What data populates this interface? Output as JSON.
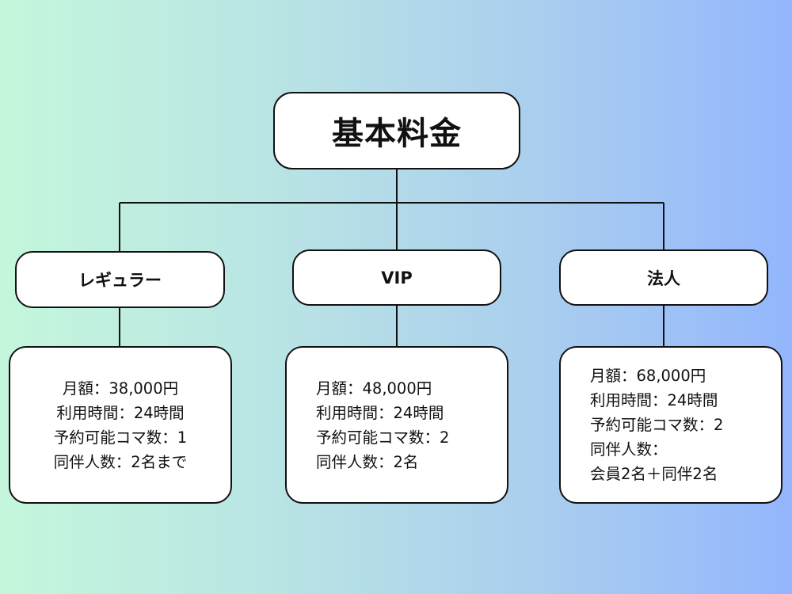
{
  "root": {
    "label": "基本料金"
  },
  "plans": [
    {
      "label": "レギュラー",
      "details": [
        "月額：38,000円",
        "利用時間：24時間",
        "予約可能コマ数：1",
        "同伴人数：2名まで"
      ]
    },
    {
      "label": "VIP",
      "details": [
        "月額：48,000円",
        "利用時間：24時間",
        "予約可能コマ数：2",
        "同伴人数：2名"
      ]
    },
    {
      "label": "法人",
      "details": [
        "月額：68,000円",
        "利用時間：24時間",
        "予約可能コマ数：2",
        "同伴人数：",
        "会員2名＋同伴2名"
      ]
    }
  ],
  "colors": {
    "line": "#111111",
    "box": "#ffffff",
    "gradient_left": "#c4f7dc",
    "gradient_right": "#93b6fd"
  }
}
